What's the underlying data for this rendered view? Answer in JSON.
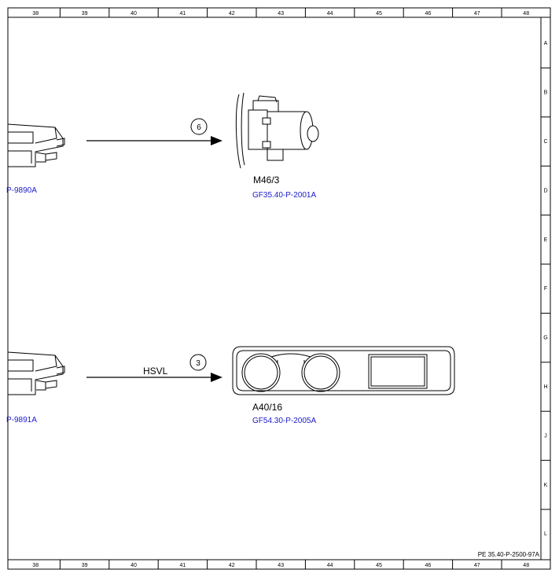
{
  "grid": {
    "columns": [
      "38",
      "39",
      "40",
      "41",
      "42",
      "43",
      "44",
      "45",
      "46",
      "47",
      "48"
    ],
    "rows": [
      "A",
      "B",
      "C",
      "D",
      "E",
      "F",
      "G",
      "H",
      "J",
      "K",
      "L"
    ]
  },
  "connections": [
    {
      "left_ref": "P-9890A",
      "circle": "6",
      "signal": "",
      "component": "M46/3",
      "component_ref": "GF35.40-P-2001A"
    },
    {
      "left_ref": "P-9891A",
      "circle": "3",
      "signal": "HSVL",
      "component": "A40/16",
      "component_ref": "GF54.30-P-2005A"
    }
  ],
  "doc_id": "PE 35.40-P-2500-97A",
  "colors": {
    "line": "#000000",
    "link": "#1a1acc",
    "background": "#ffffff"
  }
}
